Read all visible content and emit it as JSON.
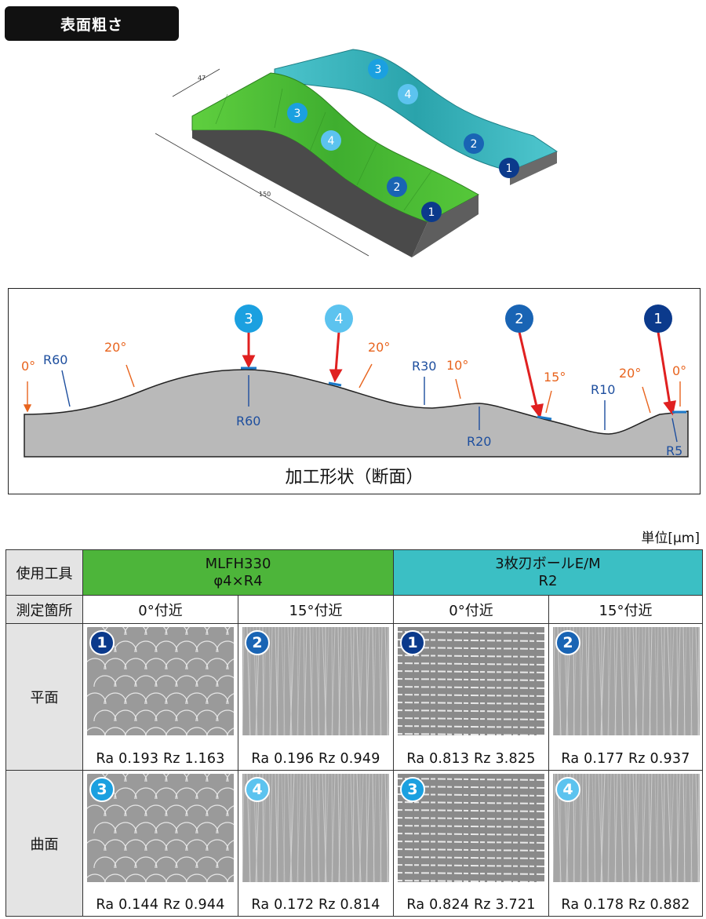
{
  "title": "表面粗さ",
  "model": {
    "dim_depth": "47",
    "dim_length": "150",
    "green_badges": [
      "3",
      "4",
      "2",
      "1"
    ],
    "teal_badges": [
      "3",
      "4",
      "2",
      "1"
    ]
  },
  "section": {
    "caption": "加工形状（断面）",
    "markers": [
      "3",
      "4",
      "2",
      "1"
    ],
    "angles": [
      "0°",
      "20°",
      "20°",
      "10°",
      "15°",
      "20°",
      "0°"
    ],
    "radii": [
      "R60",
      "R60",
      "R30",
      "R20",
      "R10",
      "R5"
    ]
  },
  "unit": "単位[μm]",
  "table": {
    "tool_header": "使用工具",
    "measure_header": "測定箇所",
    "tools": [
      {
        "line1": "MLFH330",
        "line2": "φ4×R4"
      },
      {
        "line1": "3枚刃ボールE/M",
        "line2": "R2"
      }
    ],
    "positions": [
      "0°付近",
      "15°付近",
      "0°付近",
      "15°付近"
    ],
    "rows": [
      {
        "label": "平面",
        "cells": [
          {
            "badge": "1",
            "text": "Ra 0.193  Rz 1.163"
          },
          {
            "badge": "2",
            "text": "Ra 0.196  Rz 0.949"
          },
          {
            "badge": "1",
            "text": "Ra 0.813  Rz 3.825"
          },
          {
            "badge": "2",
            "text": "Ra 0.177  Rz 0.937"
          }
        ]
      },
      {
        "label": "曲面",
        "cells": [
          {
            "badge": "3",
            "text": "Ra 0.144  Rz 0.944"
          },
          {
            "badge": "4",
            "text": "Ra 0.172  Rz 0.814"
          },
          {
            "badge": "3",
            "text": "Ra 0.824  Rz 3.721"
          },
          {
            "badge": "4",
            "text": "Ra 0.178  Rz 0.882"
          }
        ]
      }
    ]
  },
  "colors": {
    "green": "#4db53a",
    "teal": "#3bbfc4",
    "header_gray": "#e4e4e4",
    "arrow_red": "#e02020",
    "angle_orange": "#e8641e",
    "radius_blue": "#1d4e9e"
  }
}
